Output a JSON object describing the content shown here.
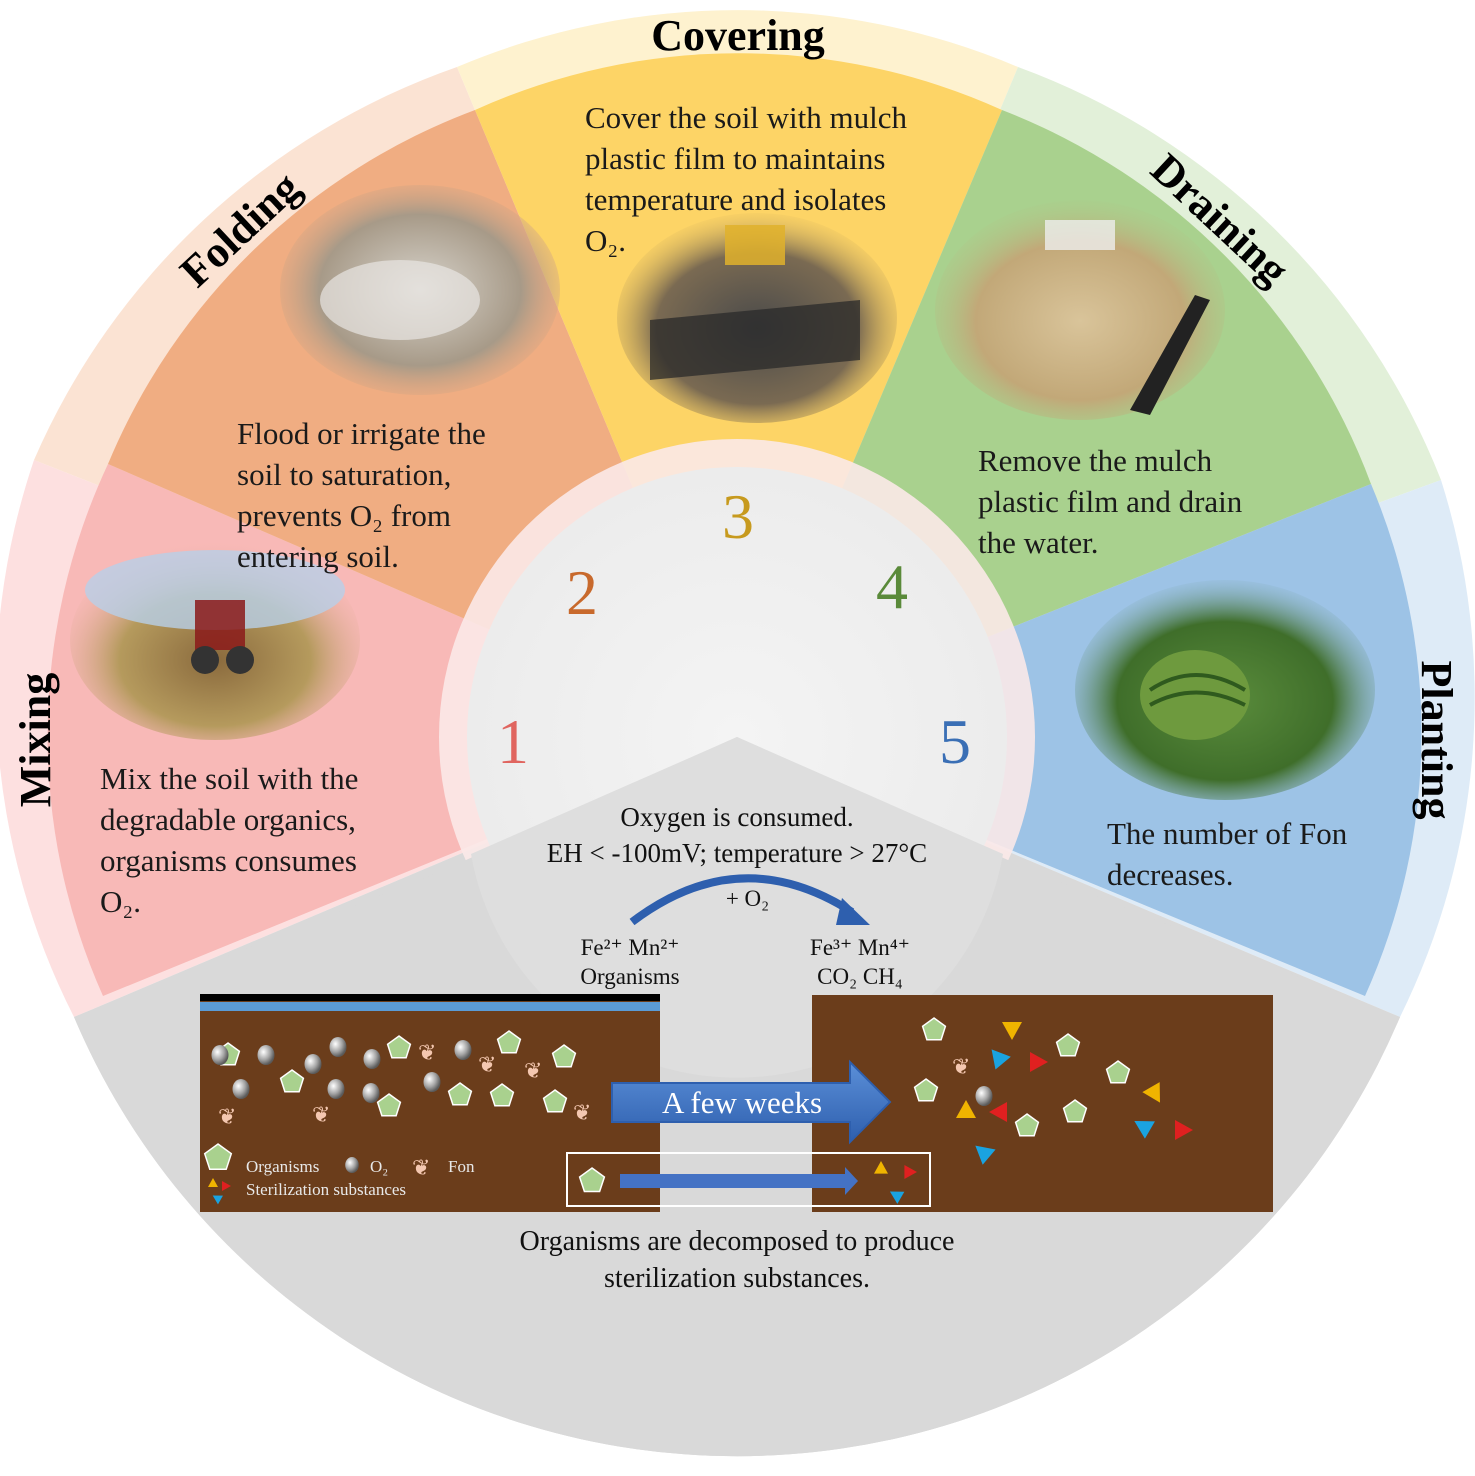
{
  "stages": [
    {
      "num": "1",
      "title": "Mixing",
      "color": "#e0655f",
      "description_lines": [
        "Mix the soil with the",
        "degradable organics,",
        "organisms consumes",
        "O₂."
      ]
    },
    {
      "num": "2",
      "title": "Folding",
      "color": "#c8692c",
      "description_lines": [
        "Flood or irrigate the",
        "soil to saturation,",
        "prevents O₂ from",
        "entering soil."
      ]
    },
    {
      "num": "3",
      "title": "Covering",
      "color": "#c79a1e",
      "description_lines": [
        "Cover the soil with mulch",
        "plastic film to maintains",
        "temperature and isolates",
        "O₂."
      ]
    },
    {
      "num": "4",
      "title": "Draining",
      "color": "#5a8a3a",
      "description_lines": [
        "Remove the mulch",
        "plastic film and drain",
        "the water."
      ]
    },
    {
      "num": "5",
      "title": "Planting",
      "color": "#3a6fb5",
      "description_lines": [
        "The number of Fon",
        "decreases."
      ]
    }
  ],
  "process": {
    "line1": "Oxygen is consumed.",
    "line2": "EH < -100mV; temperature > 27°C",
    "arrow_label": "+ O₂",
    "left_species_1": "Fe²⁺ Mn²⁺",
    "left_species_2": "Organisms",
    "right_species_1": "Fe³⁺ Mn⁴⁺",
    "right_species_2": "CO₂  CH₄",
    "transition_label": "A few weeks",
    "bottom_line1": "Organisms are decomposed to produce",
    "bottom_line2": "sterilization substances."
  },
  "legend": {
    "organisms": "Organisms",
    "o2": "O₂",
    "fon": "Fon",
    "sterilization": "Sterilization substances"
  },
  "colors": {
    "mixing_bg": "#f8b9b7",
    "folding_bg": "#f0ad82",
    "covering_bg": "#fdd466",
    "draining_bg": "#a9d18e",
    "planting_bg": "#9dc3e6",
    "soil": "#6b3d1b",
    "organism": "#a9d18e",
    "water": "#5b9bd5",
    "arrow": "#4472c4"
  }
}
